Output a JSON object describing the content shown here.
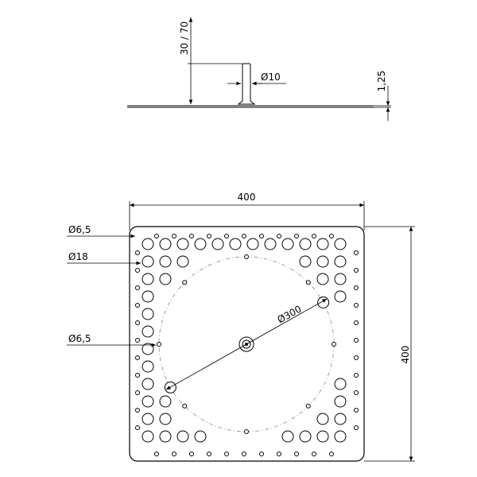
{
  "side_view": {
    "height_label": "30 / 70",
    "pin_diameter_label": "Ø10",
    "thickness_label": "1,25"
  },
  "top_view": {
    "width_label": "400",
    "height_label": "400",
    "small_hole_label_1": "Ø6,5",
    "large_hole_label": "Ø18",
    "small_hole_label_2": "Ø6,5",
    "circle_diameter_label": "Ø300"
  }
}
